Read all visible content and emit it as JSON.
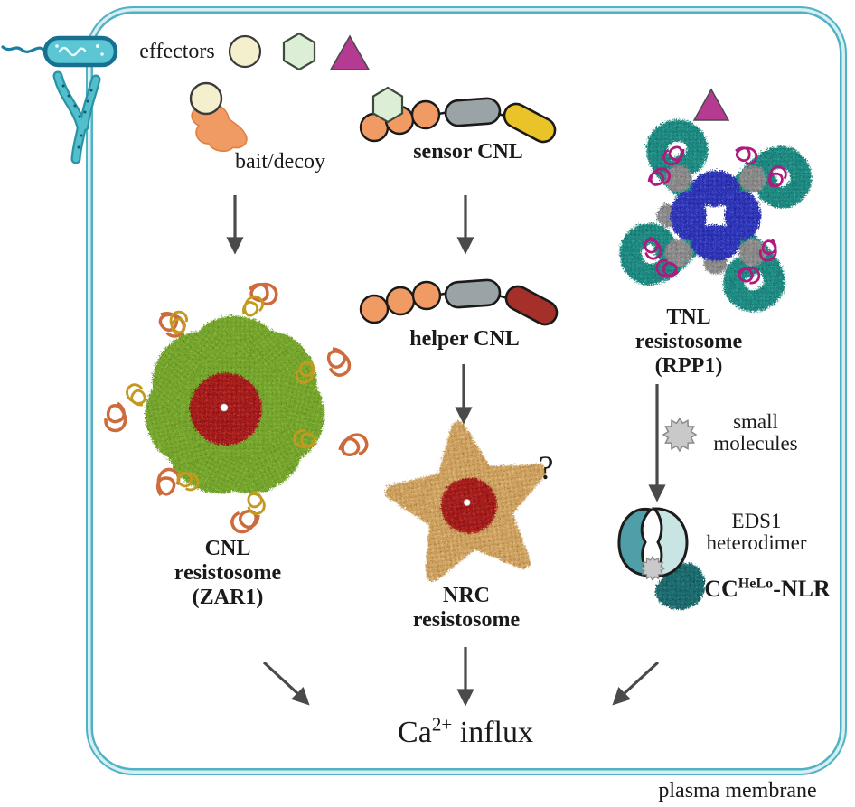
{
  "figure": {
    "type": "pathway-diagram",
    "subject": "Plant NLR resistosome signalling converging on calcium influx"
  },
  "labels": {
    "effectors": "effectors",
    "bait_decoy": "bait/decoy",
    "sensor_cnl": "sensor CNL",
    "helper_cnl": "helper CNL",
    "cnl_resistosome": [
      "CNL",
      "resistosome",
      "(ZAR1)"
    ],
    "nrc_resistosome": [
      "NRC",
      "resistosome"
    ],
    "tnl_resistosome": [
      "TNL",
      "resistosome",
      "(RPP1)"
    ],
    "question_mark": "?",
    "small_molecules": [
      "small",
      "molecules"
    ],
    "eds1_heterodimer": [
      "EDS1",
      "heterodimer"
    ],
    "cc_helo_nlr": {
      "base": "CC",
      "sup": "HeLo",
      "rest": "-NLR"
    },
    "ca_influx": {
      "base": "Ca",
      "sup": "2+",
      "rest": " influx"
    },
    "plasma_membrane": "plasma membrane"
  },
  "icons": {
    "bacterium": "teal capsule microbe with flagellum and pili",
    "effector_circle": "cream circle effector",
    "effector_hexagon": "pale-green hexagon effector",
    "effector_triangle": "magenta triangle effector",
    "bait_decoy_blob": "orange bean-shaped bait/decoy protein",
    "small_molecule": "gray spiky star",
    "zar1_structure": "green pinwheel resistosome, red core, white pore",
    "nrc_structure": "tan five-point star resistosome, red core, white pore",
    "rpp1_structure": "teal X-shaped resistosome with blue core and magenta ribbons",
    "eds1_dimer": "two-lobed teal heterodimer",
    "helo_blob": "dark-teal CC-HeLo domain blob",
    "arrow": "dark gray arrow"
  },
  "colors": {
    "membrane": "#4fb3c3",
    "membrane_inner": "#d8eef3",
    "bacterium_fill": "#5cc6d5",
    "bacterium_outline": "#17708f",
    "pilus": "#2a93a4",
    "effector_circle": "#f4f0cd",
    "effector_hexagon": "#dcefd6",
    "effector_triangle": "#b43a92",
    "lrr_orange": "#f09a64",
    "nbd_gray": "#9aa3a6",
    "cc_yellow": "#e9c328",
    "cc_darkred": "#a5302a",
    "zar1_green": "#76a52d",
    "zar1_core_red": "#a51c1c",
    "ribbon_orange": "#cd6b3c",
    "ribbon_yellow": "#c39a1e",
    "nrc_tan": "#cda05e",
    "nrc_core_red": "#a01818",
    "rpp1_teal": "#1f8a82",
    "rpp1_blue": "#2e35b8",
    "rpp1_magenta": "#b0197d",
    "rpp1_gray": "#8a8a8a",
    "eds1_dark": "#4f9fa8",
    "eds1_light": "#c8e4e3",
    "helo_teal": "#1d6b6d",
    "small_molecule": "#c9c9c9",
    "arrow": "#4a4a4a",
    "text": "#1a1a1a"
  }
}
